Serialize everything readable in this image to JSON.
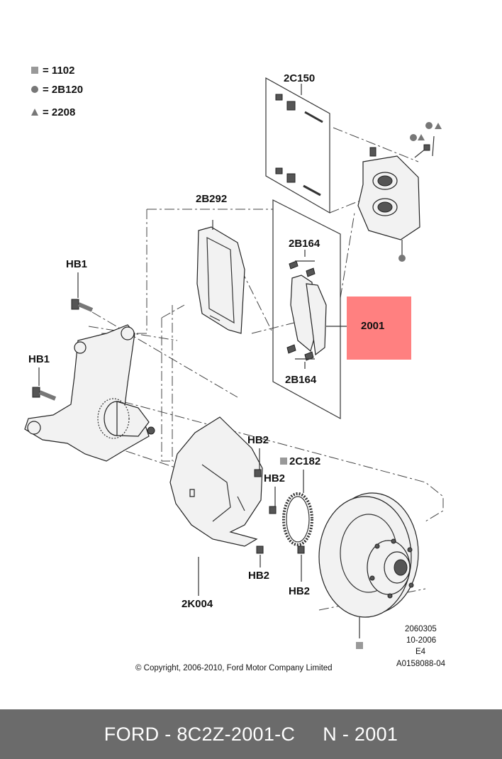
{
  "legend": [
    {
      "symbol": "square-icon",
      "label": "= 1102"
    },
    {
      "symbol": "circle-icon",
      "label": "= 2B120"
    },
    {
      "symbol": "triangle-icon",
      "label": "= 2208"
    }
  ],
  "callouts": {
    "c2C150": "2C150",
    "c2B292": "2B292",
    "c2B164_top": "2B164",
    "c2B164_bottom": "2B164",
    "c2001": "2001",
    "cHB1_top": "HB1",
    "cHB1_left": "HB1",
    "cHB2_a": "HB2",
    "cHB2_b": "HB2",
    "cHB2_c": "HB2",
    "cHB2_d": "HB2",
    "c2C182": "2C182",
    "c2K004": "2K004"
  },
  "highlight_color": "#ff8080",
  "drawing_info": [
    "2060305",
    "10-2006",
    "E4",
    "A0158088-04"
  ],
  "copyright": "© Copyright, 2006-2010, Ford Motor Company Limited",
  "footer": {
    "text": "FORD - 8C2Z-2001-C     N - 2001",
    "bg_color": "#6b6b6b"
  }
}
